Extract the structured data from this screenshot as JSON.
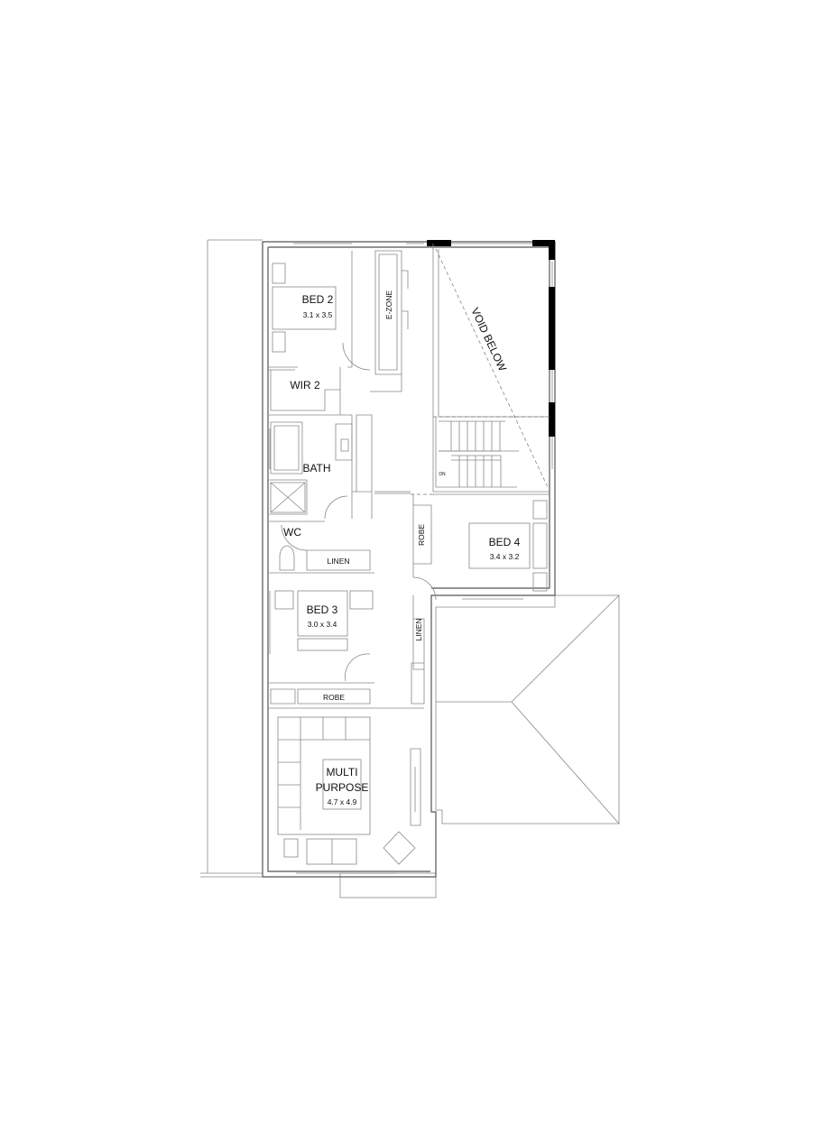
{
  "plan": {
    "rooms": {
      "bed2": {
        "name": "BED 2",
        "size": "3.1 x 3.5"
      },
      "ezone": {
        "name": "E-ZONE"
      },
      "void": {
        "name": "VOID BELOW"
      },
      "wir2": {
        "name": "WIR 2"
      },
      "bath": {
        "name": "BATH"
      },
      "stair": {
        "label": "DN"
      },
      "wc": {
        "name": "WC"
      },
      "linen1": {
        "name": "LINEN"
      },
      "bed3": {
        "name": "BED 3",
        "size": "3.0 x 3.4"
      },
      "robe1": {
        "name": "ROBE"
      },
      "bed4": {
        "name": "BED 4",
        "size": "3.4 x 3.2"
      },
      "linen2": {
        "name": "LINEN"
      },
      "robe2": {
        "name": "ROBE"
      },
      "multi": {
        "name_line1": "MULTI",
        "name_line2": "PURPOSE",
        "size": "4.7 x 4.9"
      }
    }
  }
}
